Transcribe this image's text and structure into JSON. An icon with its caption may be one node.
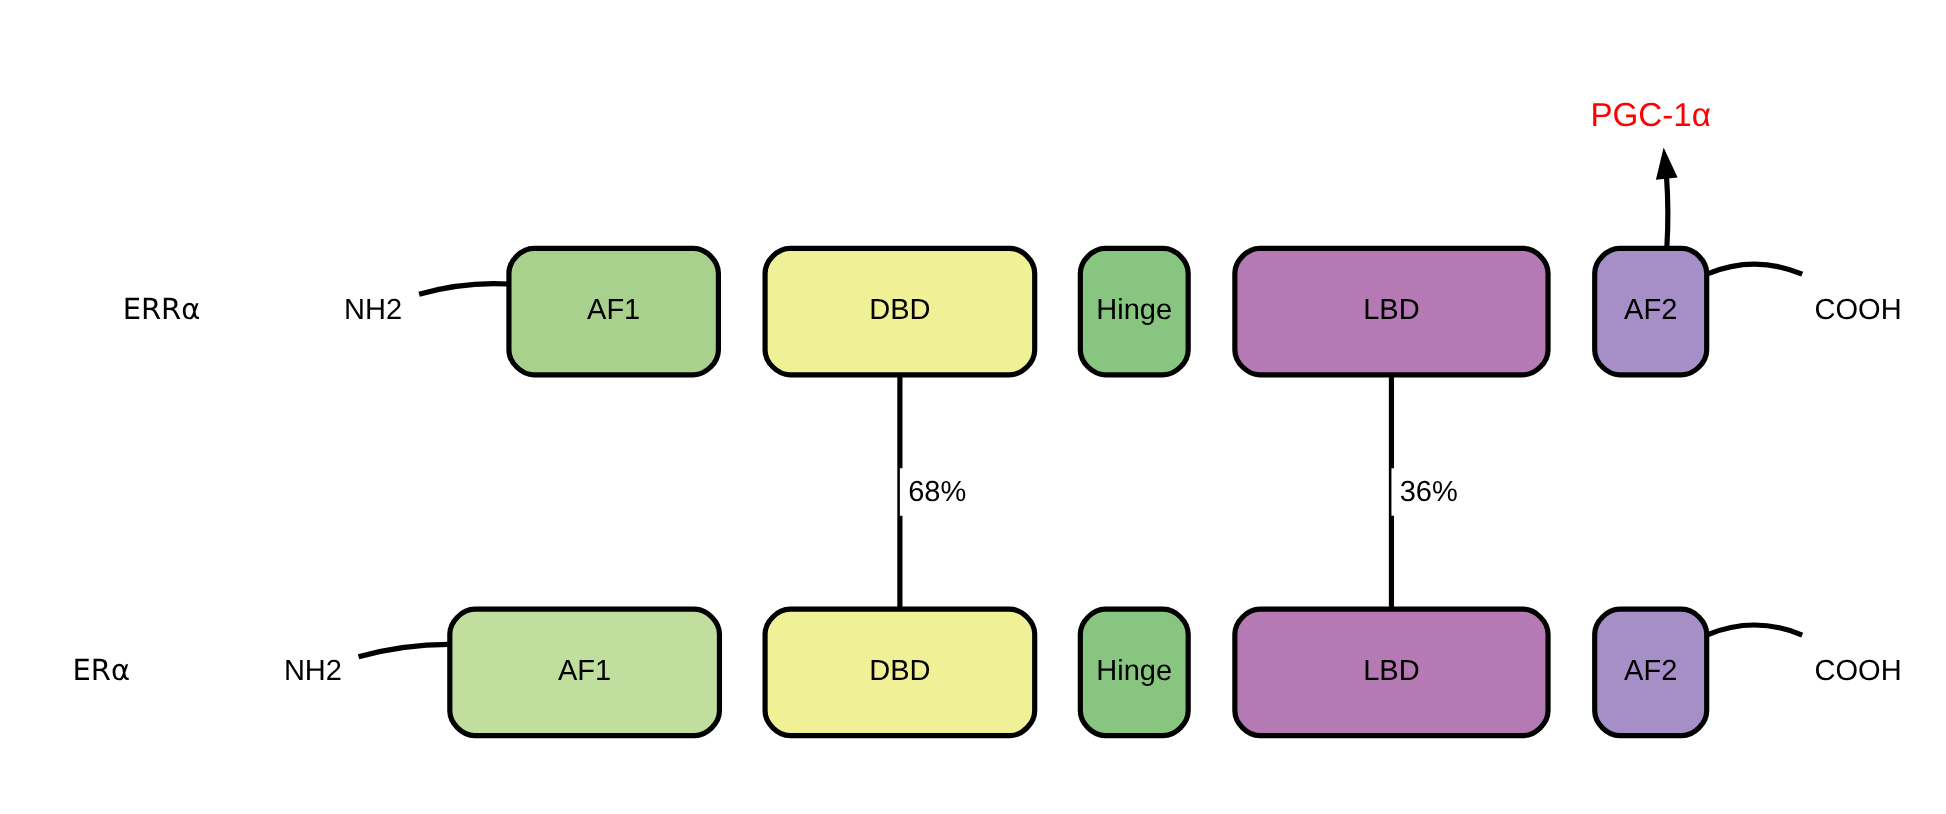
{
  "diagram": {
    "nodes": [
      {
        "text": [
          "NH2"
        ]
      },
      {
        "text": [
          "AF1"
        ]
      },
      {
        "text": [
          "DBD"
        ]
      },
      {
        "text": [
          "Hinge"
        ]
      },
      {
        "text": [
          "LBD"
        ]
      },
      {
        "text": [
          "AF2"
        ]
      },
      {
        "text": [
          "COOH"
        ]
      },
      {
        "text": [
          "PGC-1α"
        ]
      },
      {
        "text": [
          "NH2"
        ]
      },
      {
        "text": [
          "AF1"
        ]
      },
      {
        "text": [
          "DBD"
        ]
      },
      {
        "text": [
          "Hinge"
        ]
      },
      {
        "text": [
          "LBD"
        ]
      },
      {
        "text": [
          "AF2"
        ]
      },
      {
        "text": [
          "COOH"
        ]
      }
    ],
    "edges": [
      {
        "from": 0,
        "to": 1,
        "arrow": "none"
      },
      {
        "from": 5,
        "to": 6,
        "arrow": "none"
      },
      {
        "from": 5,
        "to": 7,
        "arrow": "to"
      },
      {
        "from": 2,
        "to": 10,
        "arrow": "none",
        "label": "68%"
      },
      {
        "from": 4,
        "to": 12,
        "arrow": "none",
        "label": "36%"
      },
      {
        "from": 8,
        "to": 9,
        "arrow": "none"
      },
      {
        "from": 13,
        "to": 14,
        "arrow": "none"
      }
    ],
    "labels": [
      "ERRα",
      "ERα"
    ]
  }
}
